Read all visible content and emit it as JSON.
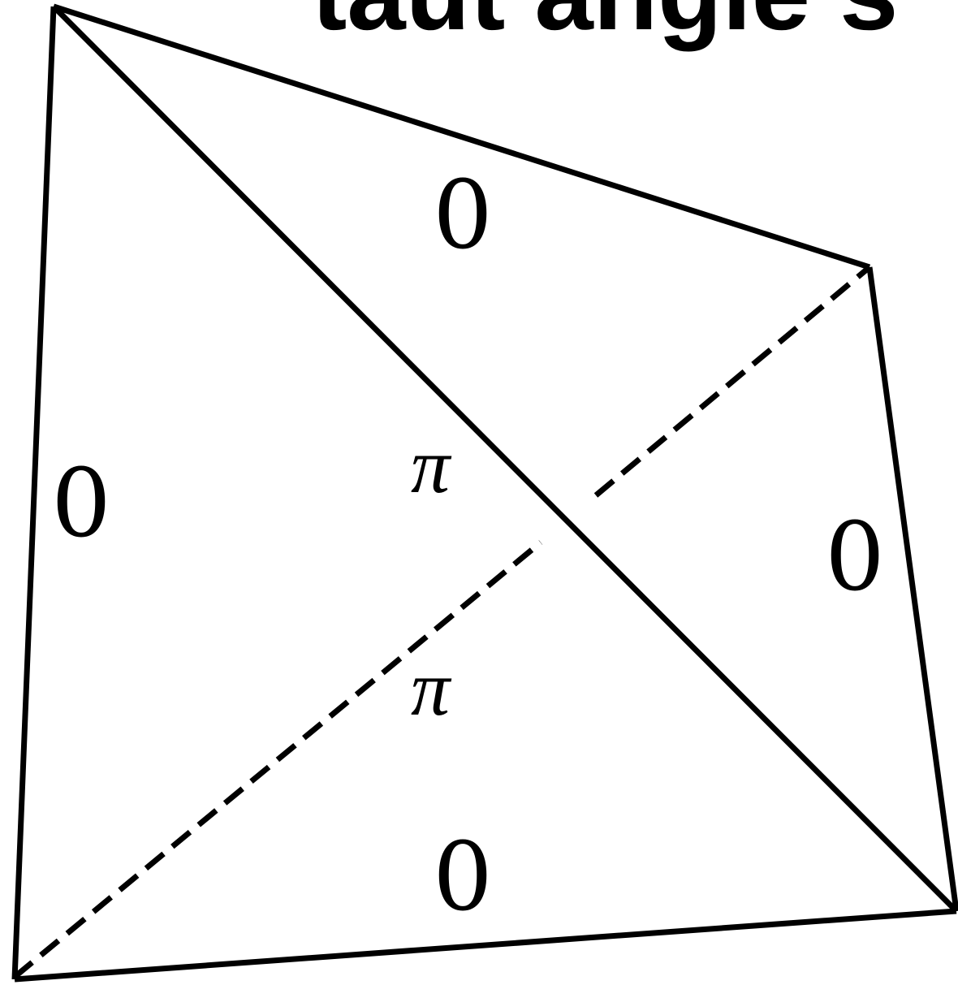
{
  "title": "taut angle s",
  "colors": {
    "stroke": "#000000",
    "background": "#ffffff"
  },
  "angles": {
    "top": "0",
    "left": "0",
    "right": "0",
    "bottom": "0",
    "center_upper": "π",
    "center_lower": "π"
  }
}
